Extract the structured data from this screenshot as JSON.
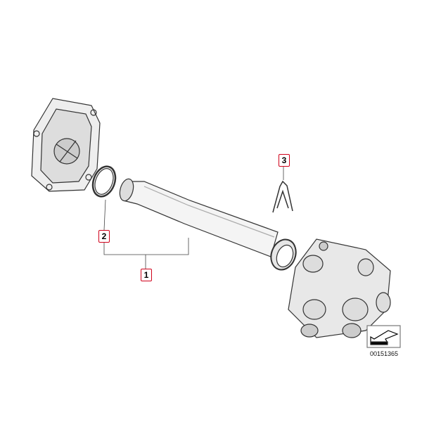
{
  "diagram": {
    "callouts": [
      {
        "number": "1",
        "part": "pipe"
      },
      {
        "number": "2",
        "part": "o-ring"
      },
      {
        "number": "3",
        "part": "clip"
      }
    ],
    "drawing_number": "00151365",
    "accent_color": "#d0021b"
  }
}
